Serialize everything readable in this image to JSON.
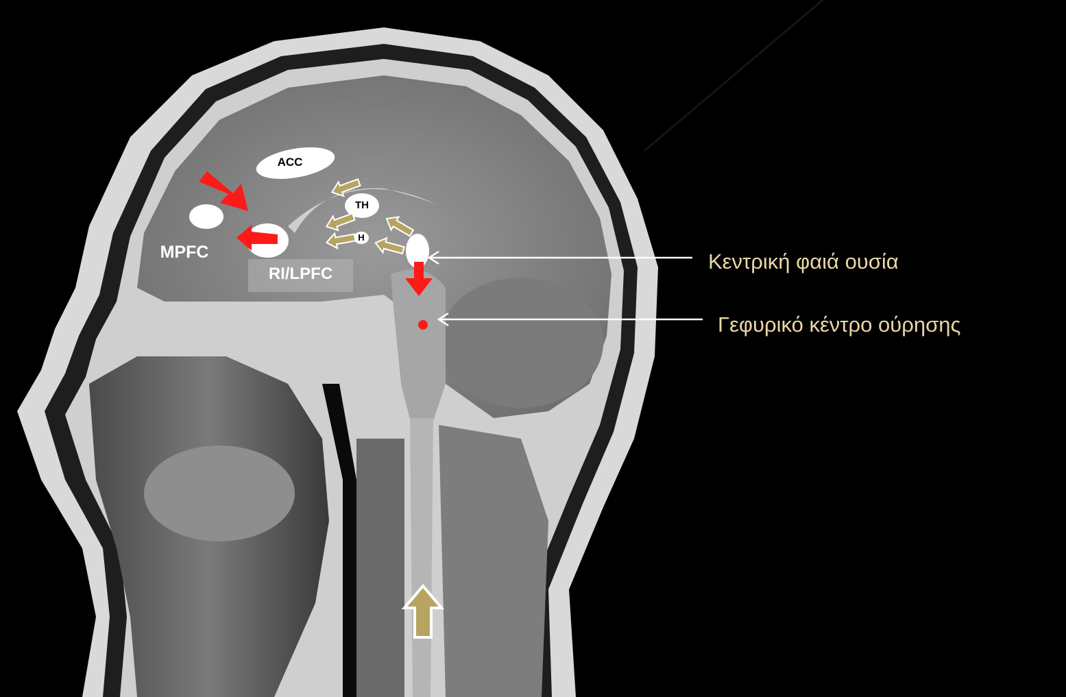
{
  "colors": {
    "background": "#000000",
    "tissue": "#8c8c8c",
    "outline_white": "#ffffff",
    "efferent_arrow": "#ff1a1a",
    "afferent_arrow": "#b7a463",
    "callout_text": "#e9d7a6"
  },
  "regions": {
    "acc": "ACC",
    "th": "TH",
    "h": "H",
    "mpfc": "MPFC",
    "rilpfc": "RI/LPFC"
  },
  "callouts": {
    "pag": "Κεντρική φαιά ουσία",
    "pmc": "Γεφυρικό κέντρο ούρησης"
  },
  "icons": {
    "efferent": "red-block-arrow-icon",
    "afferent": "gold-block-arrow-icon"
  }
}
